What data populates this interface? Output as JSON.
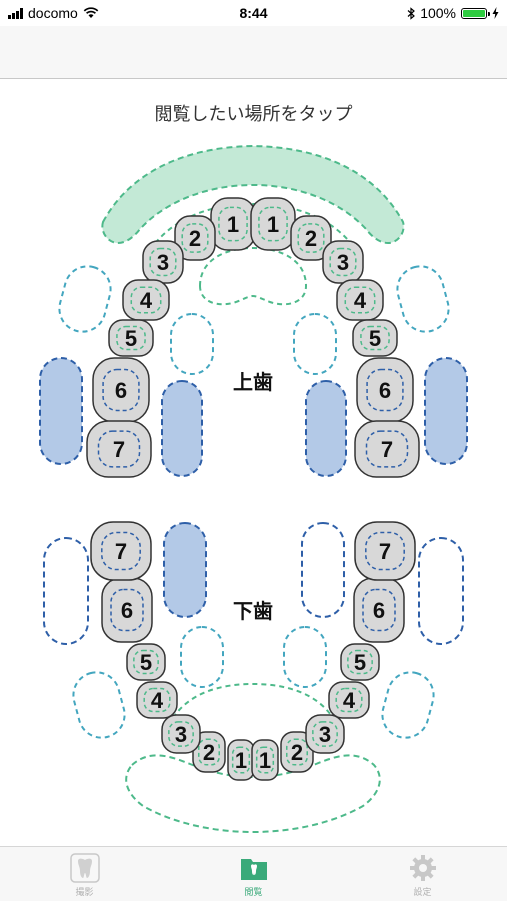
{
  "status_bar": {
    "carrier": "docomo",
    "time": "8:44",
    "battery_text": "100%",
    "battery_level": 1.0
  },
  "instruction": "閲覧したい場所をタップ",
  "jaw_labels": {
    "upper": "上歯",
    "lower": "下歯"
  },
  "upper_teeth": [
    "1",
    "2",
    "3",
    "4",
    "5",
    "6",
    "7"
  ],
  "lower_teeth": [
    "1",
    "2",
    "3",
    "4",
    "5",
    "6",
    "7"
  ],
  "colors": {
    "green_zone_fill": "#c3e9d6",
    "green_zone_stroke": "#4db98a",
    "cyan_zone_stroke": "#43a6bf",
    "blue_zone_fill": "#b3c9e7",
    "blue_zone_stroke": "#2e5fa8",
    "tooth_fill": "#d8d8d8",
    "tooth_stroke": "#333333",
    "active_tab": "#3aaa7a"
  },
  "tabs": [
    {
      "label": "撮影",
      "icon": "tooth-icon",
      "active": false
    },
    {
      "label": "閲覧",
      "icon": "folder-icon",
      "active": true
    },
    {
      "label": "設定",
      "icon": "gear-icon",
      "active": false
    }
  ]
}
